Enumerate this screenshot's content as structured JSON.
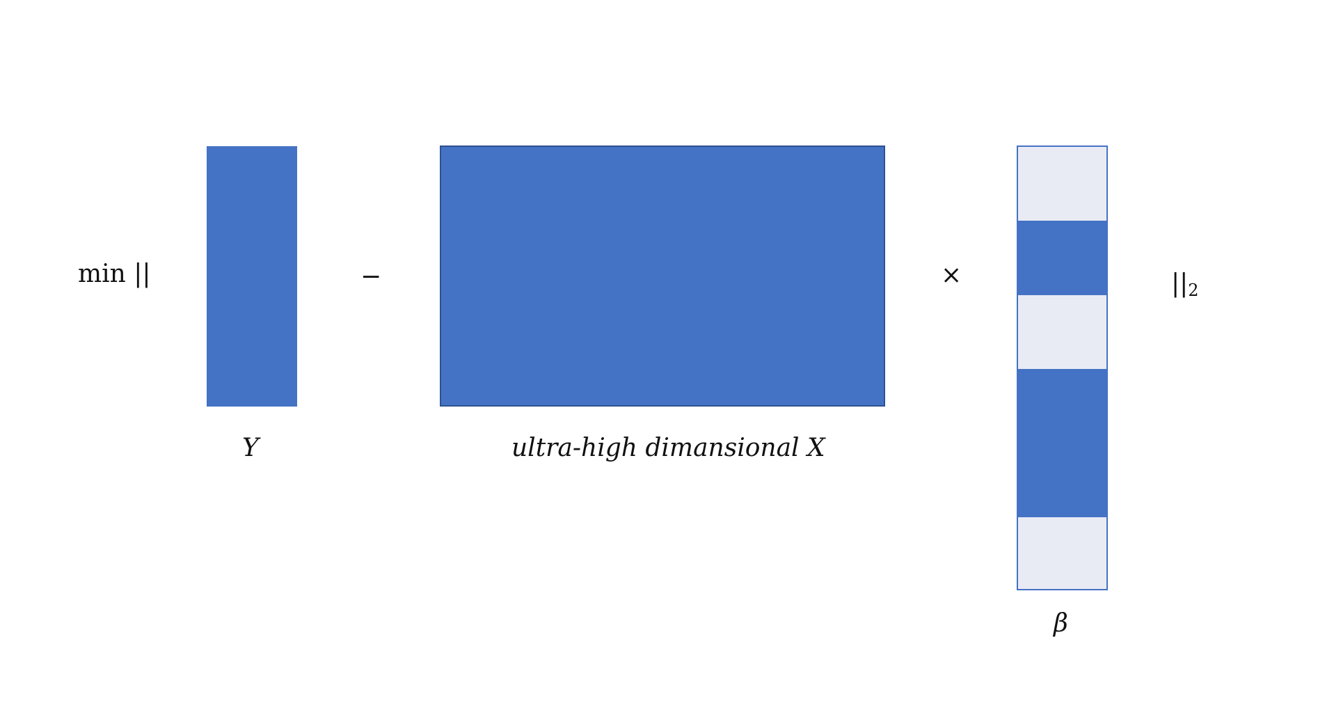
{
  "formula": {
    "min_norm_open": "min ||",
    "minus": "−",
    "times": "×",
    "norm_close": "||",
    "norm_subscript": "2"
  },
  "labels": {
    "y": "Y",
    "x": "ultra-high dimansional X",
    "beta": "β"
  },
  "beta_segments": [
    "zero",
    "nonzero",
    "zero",
    "nonzero",
    "nonzero",
    "zero"
  ],
  "colors": {
    "block_blue": "#4472c4",
    "block_border": "#2f528f",
    "beta_zero_fill": "#e9ebf4",
    "text": "#111111"
  }
}
